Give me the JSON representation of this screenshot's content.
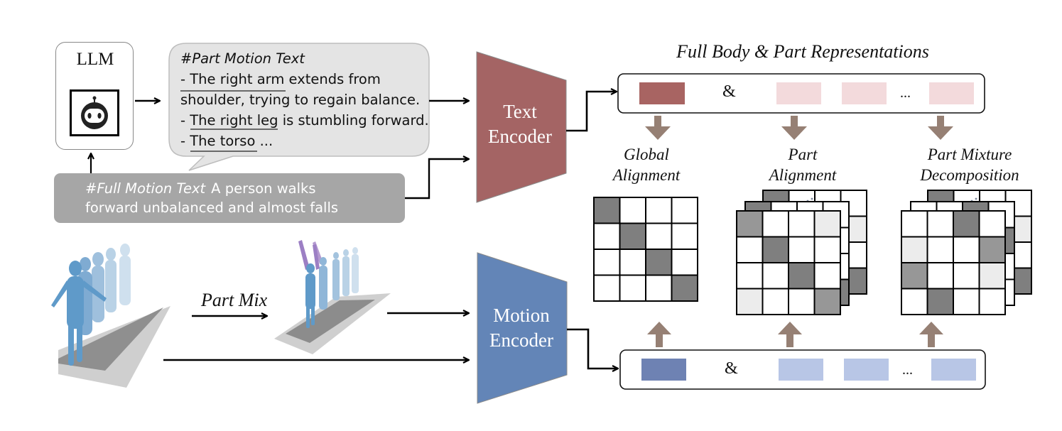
{
  "llm": {
    "title": "LLM",
    "icon": "robot-icon"
  },
  "part_motion_text": {
    "header": "#Part Motion Text",
    "lines": [
      "- The right arm extends from",
      "shoulder, trying to regain balance.",
      "- The right leg is stumbling forward.",
      "- The torso ..."
    ]
  },
  "full_motion_text": {
    "header": "#Full Motion Text",
    "body_line1": "A person walks",
    "body_line2": "forward unbalanced and almost falls"
  },
  "part_mix_label": "Part Mix",
  "encoders": {
    "text": {
      "line1": "Text",
      "line2": "Encoder",
      "color": "#a46464"
    },
    "motion": {
      "line1": "Motion",
      "line2": "Encoder",
      "color": "#6385b7"
    }
  },
  "representations": {
    "title": "Full Body & Part Representations",
    "amp": "&",
    "ellipsis": "...",
    "text_colors": {
      "full": "#a86462",
      "part": "#f3dadc"
    },
    "motion_colors": {
      "full": "#6e82b3",
      "part": "#b8c6e6"
    }
  },
  "alignments": [
    {
      "line1": "Global",
      "line2": "Alignment"
    },
    {
      "line1": "Part",
      "line2": "Alignment"
    },
    {
      "line1": "Part Mixture",
      "line2": "Decomposition"
    }
  ],
  "arrow_color": "#968074",
  "matrices": {
    "global": [
      [
        3,
        0,
        0,
        0
      ],
      [
        0,
        3,
        0,
        0
      ],
      [
        0,
        0,
        3,
        0
      ],
      [
        0,
        0,
        0,
        3
      ]
    ],
    "part": [
      [
        2,
        0,
        0,
        1
      ],
      [
        0,
        3,
        0,
        0
      ],
      [
        0,
        0,
        3,
        0
      ],
      [
        1,
        0,
        0,
        2
      ]
    ],
    "mixture": [
      [
        0,
        0,
        3,
        0
      ],
      [
        1,
        0,
        0,
        2
      ],
      [
        2,
        0,
        0,
        1
      ],
      [
        0,
        3,
        0,
        0
      ]
    ],
    "shade_colors": [
      "#ffffff",
      "#ececec",
      "#979797",
      "#7f7f7f"
    ]
  }
}
